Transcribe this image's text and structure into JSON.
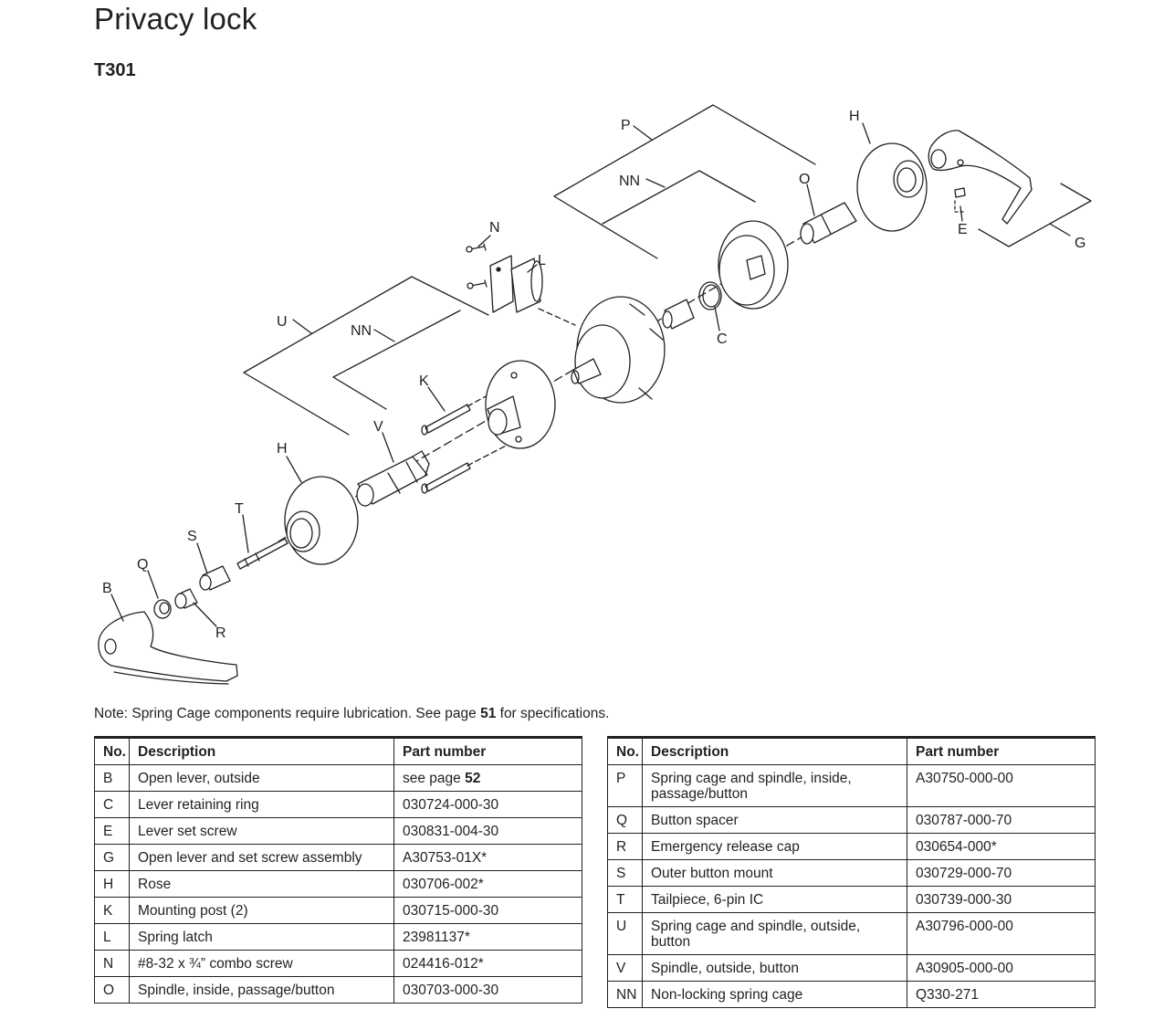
{
  "title": "Privacy lock",
  "model": "T301",
  "diagram": {
    "labels": {
      "p": "P",
      "nn_top": "NN",
      "h_right": "H",
      "o": "O",
      "e": "E",
      "g": "G",
      "n": "N",
      "l": "L",
      "c": "C",
      "u": "U",
      "nn_left": "NN",
      "k": "K",
      "v": "V",
      "h_left": "H",
      "t": "T",
      "s": "S",
      "q": "Q",
      "b": "B",
      "r": "R"
    }
  },
  "note": {
    "before": "Note: Spring Cage components require lubrication. See page ",
    "page": "51",
    "after": " for specifications."
  },
  "table_headers": {
    "no": "No.",
    "description": "Description",
    "part_number": "Part number"
  },
  "left_table": [
    {
      "no": "B",
      "description": "Open lever, outside",
      "part_prefix": "see page ",
      "part_bold": "52"
    },
    {
      "no": "C",
      "description": "Lever retaining ring",
      "part": "030724-000-30"
    },
    {
      "no": "E",
      "description": "Lever set screw",
      "part": "030831-004-30"
    },
    {
      "no": "G",
      "description": "Open lever and set screw assembly",
      "part": "A30753-01X*"
    },
    {
      "no": "H",
      "description": "Rose",
      "part": "030706-002*"
    },
    {
      "no": "K",
      "description": "Mounting post (2)",
      "part": "030715-000-30"
    },
    {
      "no": "L",
      "description": "Spring latch",
      "part": "23981137*"
    },
    {
      "no": "N",
      "description": "#8-32 x ¾” combo screw",
      "part": "024416-012*"
    },
    {
      "no": "O",
      "description": "Spindle, inside, passage/button",
      "part": "030703-000-30"
    }
  ],
  "right_table": [
    {
      "no": "P",
      "description": "Spring cage and spindle, inside, passage/button",
      "part": "A30750-000-00"
    },
    {
      "no": "Q",
      "description": "Button spacer",
      "part": "030787-000-70"
    },
    {
      "no": "R",
      "description": "Emergency release cap",
      "part": "030654-000*"
    },
    {
      "no": "S",
      "description": "Outer button mount",
      "part": "030729-000-70"
    },
    {
      "no": "T",
      "description": "Tailpiece, 6-pin IC",
      "part": "030739-000-30"
    },
    {
      "no": "U",
      "description": "Spring cage and spindle, outside, button",
      "part": "A30796-000-00"
    },
    {
      "no": "V",
      "description": "Spindle, outside, button",
      "part": "A30905-000-00"
    },
    {
      "no": "NN",
      "description": "Non-locking spring cage",
      "part": "Q330-271"
    }
  ]
}
